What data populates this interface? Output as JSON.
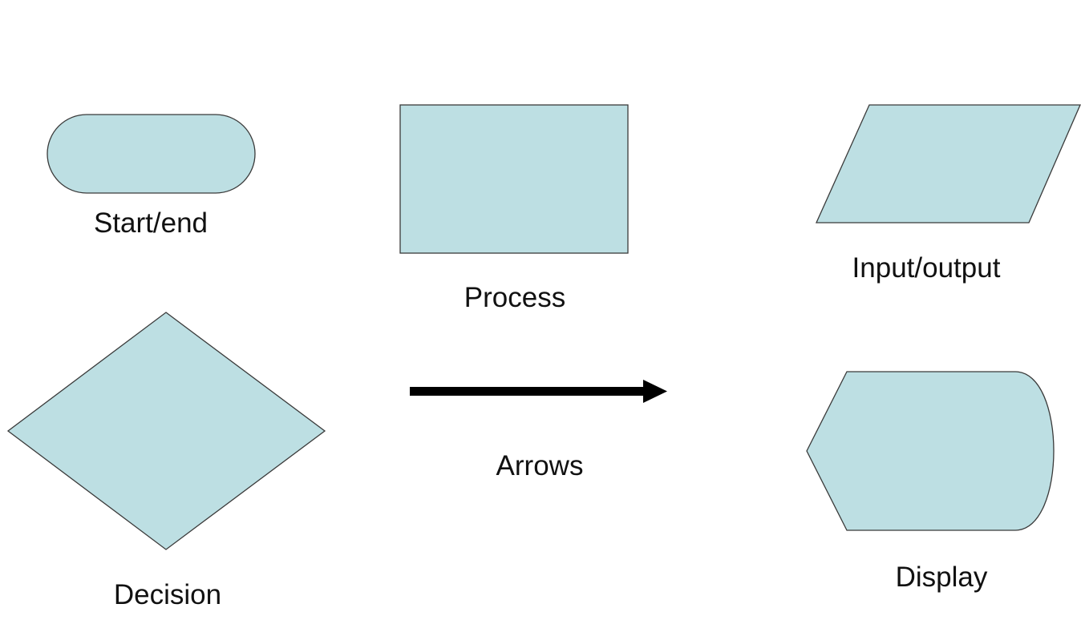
{
  "colors": {
    "shape_fill": "#bddfe3",
    "shape_stroke": "#3a3a3a",
    "arrow": "#000000",
    "label_text": "#111111",
    "background": "#ffffff"
  },
  "symbols": [
    {
      "shape": "terminator",
      "label": "Start/end"
    },
    {
      "shape": "process-rectangle",
      "label": "Process"
    },
    {
      "shape": "parallelogram",
      "label": "Input/output"
    },
    {
      "shape": "diamond",
      "label": "Decision"
    },
    {
      "shape": "arrow",
      "label": "Arrows"
    },
    {
      "shape": "display",
      "label": "Display"
    }
  ]
}
